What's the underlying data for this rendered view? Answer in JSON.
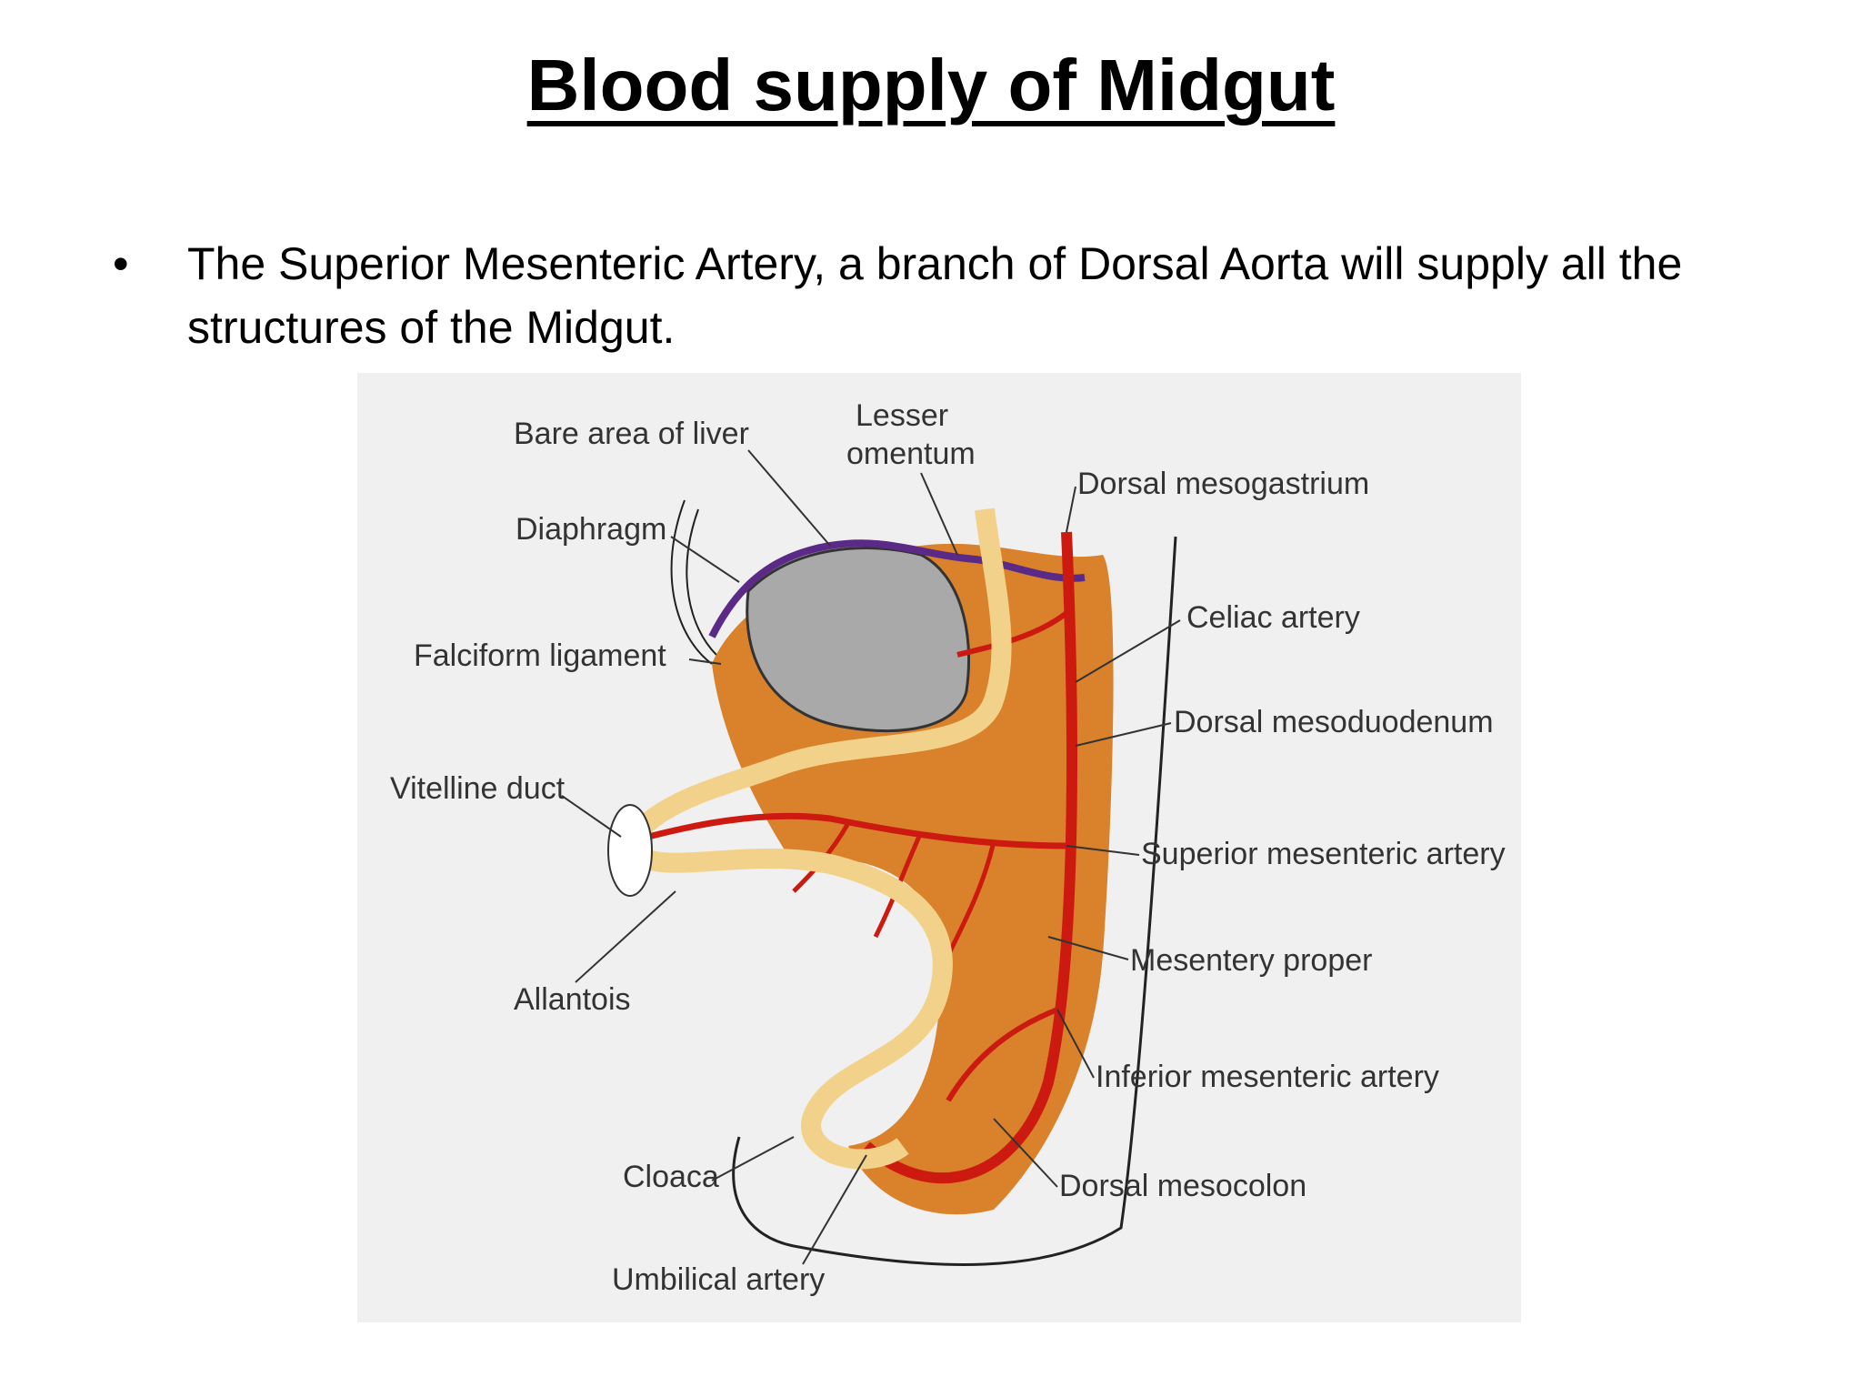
{
  "slide": {
    "title": "Blood supply of Midgut",
    "bullet_text": "The Superior Mesenteric Artery, a branch of Dorsal Aorta will supply all the structures of the Midgut."
  },
  "figure": {
    "labels": {
      "bare_area_of_liver": "Bare area of liver",
      "lesser_omentum_line1": "Lesser",
      "lesser_omentum_line2": "omentum",
      "dorsal_mesogastrium": "Dorsal mesogastrium",
      "diaphragm": "Diaphragm",
      "celiac_artery": "Celiac artery",
      "falciform_ligament": "Falciform ligament",
      "dorsal_mesoduodenum": "Dorsal mesoduodenum",
      "vitelline_duct": "Vitelline duct",
      "superior_mesenteric_artery": "Superior mesenteric artery",
      "mesentery_proper": "Mesentery proper",
      "allantois": "Allantois",
      "inferior_mesenteric_artery": "Inferior mesenteric artery",
      "cloaca": "Cloaca",
      "dorsal_mesocolon": "Dorsal mesocolon",
      "umbilical_artery": "Umbilical artery"
    },
    "colors": {
      "background": "#f0f0f0",
      "mesentery": "#d9822b",
      "artery": "#cc1a10",
      "gut_tube": "#f2d28a",
      "liver": "#a9a9a9",
      "diaphragm": "#5b2a86"
    }
  }
}
